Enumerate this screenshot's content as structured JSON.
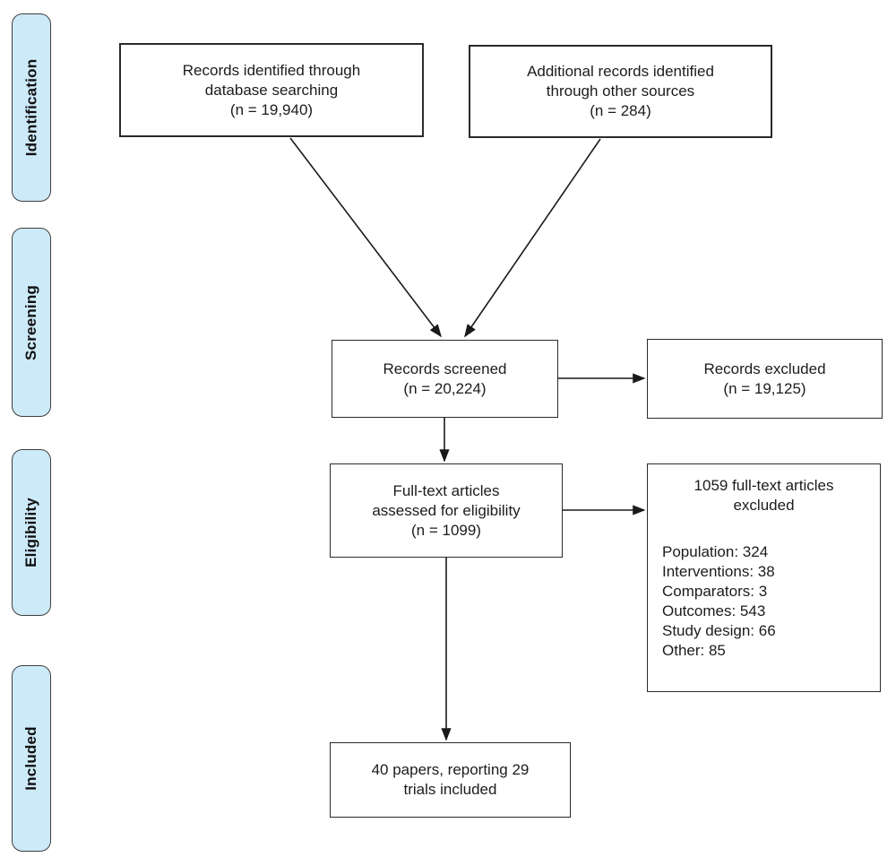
{
  "sidebar": {
    "identification": "Identification",
    "screening": "Screening",
    "eligibility": "Eligibility",
    "included": "Included"
  },
  "boxes": {
    "records_identified": {
      "text": "Records identified through\ndatabase searching\n(n = 19,940)"
    },
    "additional_records": {
      "text": "Additional records identified\nthrough other sources\n(n = 284)"
    },
    "records_screened": {
      "text": "Records screened\n(n = 20,224)"
    },
    "records_excluded": {
      "text": "Records excluded\n(n = 19,125)"
    },
    "fulltext_assessed": {
      "text": "Full-text articles\nassessed for eligibility\n(n = 1099)"
    },
    "fulltext_excluded": {
      "heading": "1059 full-text articles\nexcluded",
      "reasons": [
        "Population: 324",
        "Interventions: 38",
        "Comparators: 3",
        "Outcomes: 543",
        "Study design: 66",
        "Other: 85"
      ]
    },
    "included_papers": {
      "text": "40 papers, reporting 29\ntrials included"
    }
  },
  "colors": {
    "stage_fill": "#cdeaf9",
    "stage_border": "#3f3f3f",
    "box_fill": "#ffffff",
    "box_border": "#2a2a2a",
    "arrow": "#1a1a1a"
  }
}
